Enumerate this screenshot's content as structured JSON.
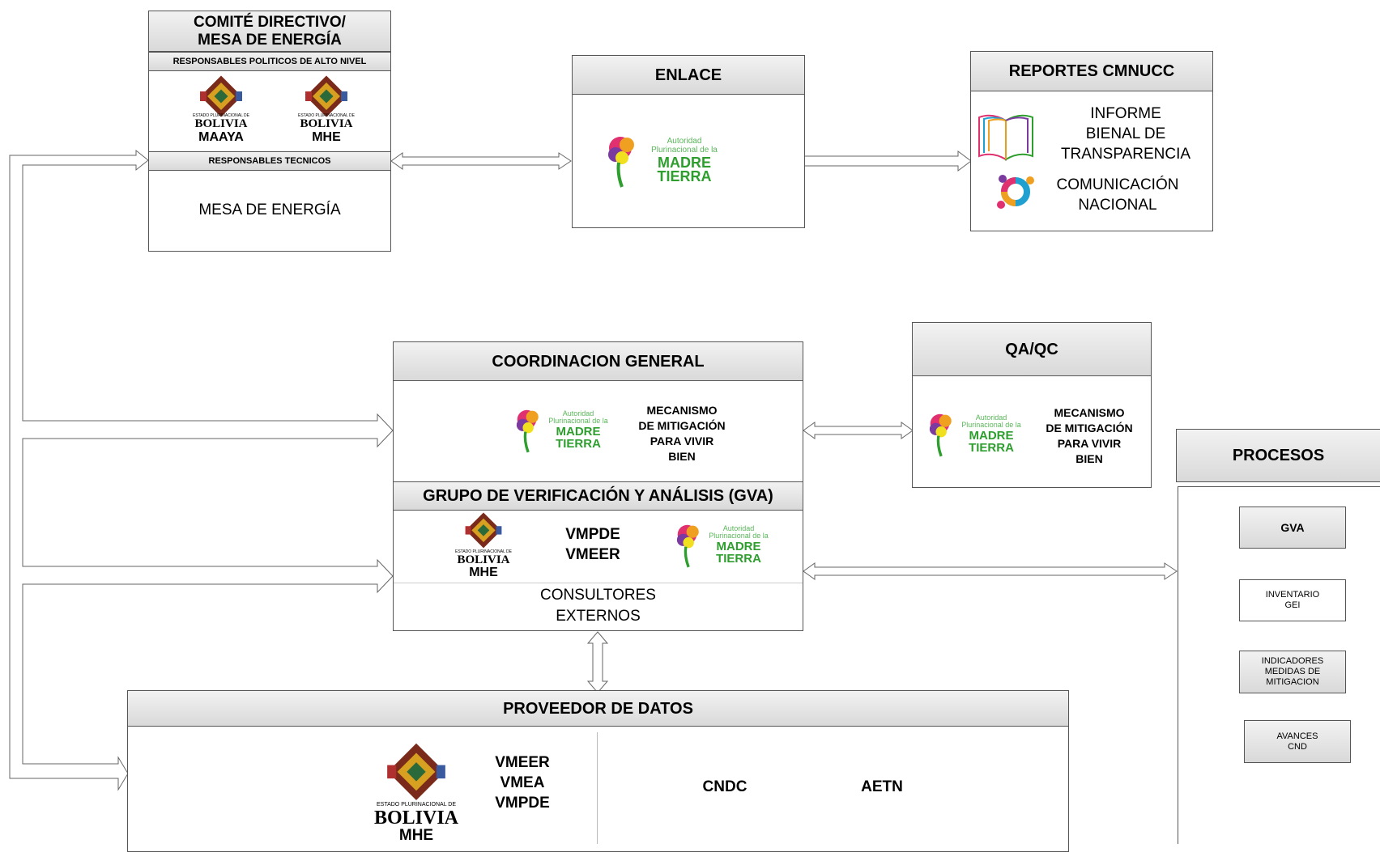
{
  "comite": {
    "title_line1": "COMITÉ DIRECTIVO/",
    "title_line2": "MESA DE ENERGÍA",
    "sub_politicos": "RESPONSABLES POLITICOS DE ALTO NIVEL",
    "logo_left_caption": "MAAYA",
    "logo_right_caption": "MHE",
    "sub_tecnicos": "RESPONSABLES TECNICOS",
    "mesa": "MESA DE ENERGÍA"
  },
  "logos": {
    "bolivia_small": "ESTADO PLURINACIONAL DE",
    "bolivia_word": "BOLIVIA",
    "madre_line1": "Autoridad",
    "madre_line2": "Plurinacional de la",
    "madre_line3": "MADRE",
    "madre_line4": "TIERRA"
  },
  "enlace": {
    "title": "ENLACE"
  },
  "reportes": {
    "title": "REPORTES CMNUCC",
    "item1_line1": "INFORME",
    "item1_line2": "BIENAL DE",
    "item1_line3": "TRANSPARENCIA",
    "item2_line1": "COMUNICACIÓN",
    "item2_line2": "NACIONAL"
  },
  "coordinacion": {
    "title": "COORDINACION GENERAL",
    "mech_line1": "MECANISMO",
    "mech_line2": "DE MITIGACIÓN",
    "mech_line3": "PARA VIVIR",
    "mech_line4": "BIEN"
  },
  "qaqc": {
    "title": "QA/QC",
    "mech_line1": "MECANISMO",
    "mech_line2": "DE MITIGACIÓN",
    "mech_line3": "PARA VIVIR",
    "mech_line4": "BIEN"
  },
  "gva": {
    "title": "GRUPO DE VERIFICACIÓN Y ANÁLISIS (GVA)",
    "logo_caption": "MHE",
    "vm_line1": "VMPDE",
    "vm_line2": "VMEER",
    "consult_line1": "CONSULTORES",
    "consult_line2": "EXTERNOS"
  },
  "proveedor": {
    "title": "PROVEEDOR DE DATOS",
    "logo_caption": "MHE",
    "vm_line1": "VMEER",
    "vm_line2": "VMEA",
    "vm_line3": "VMPDE",
    "entity1": "CNDC",
    "entity2": "AETN"
  },
  "procesos": {
    "title": "PROCESOS",
    "step_gva": "GVA",
    "step1_line1": "INVENTARIO",
    "step1_line2": "GEI",
    "step2_line1": "INDICADORES",
    "step2_line2": "MEDIDAS DE",
    "step2_line3": "MITIGACION",
    "step3_line1": "AVANCES",
    "step3_line2": "CND"
  },
  "colors": {
    "header_top": "#f2f2f2",
    "header_bottom": "#d9d9d9",
    "border": "#555555",
    "madre_green": "#2e9e2e",
    "madre_light": "#5ab55a",
    "bolivia_text": "#1a1a1a",
    "process_arrow": "#4a4a8a"
  }
}
